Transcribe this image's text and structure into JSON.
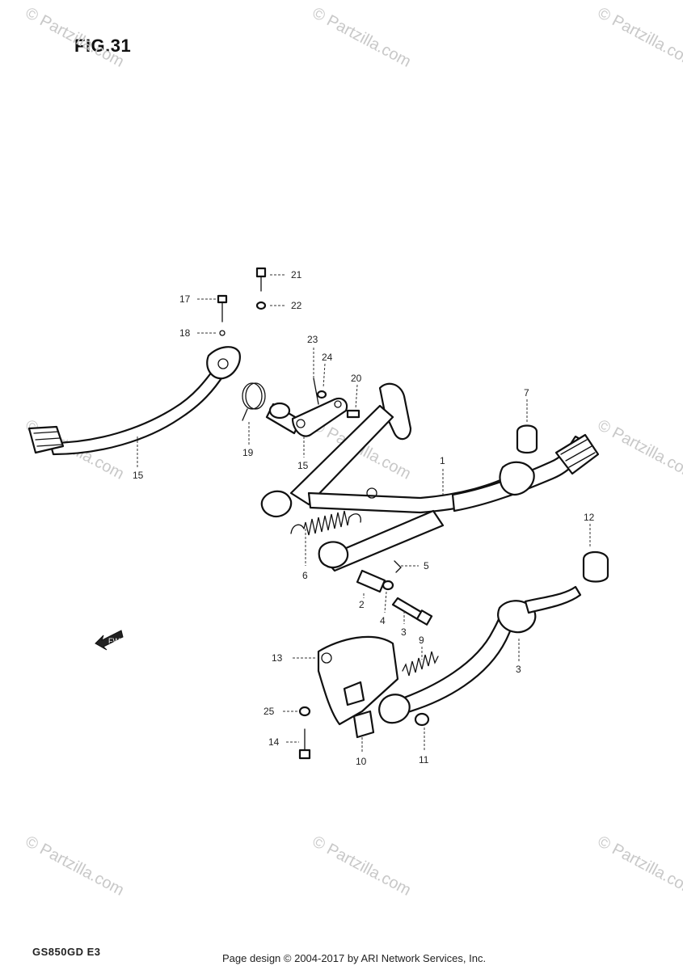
{
  "figure": {
    "title": "FIG.31"
  },
  "model_code": "GS850GD E3",
  "footer": "Page design © 2004-2017 by ARI Network Services, Inc.",
  "watermark": "© Partzilla.com",
  "fwd_marker": "FWD",
  "callouts": [
    {
      "id": "c1",
      "text": "1"
    },
    {
      "id": "c2",
      "text": "2"
    },
    {
      "id": "c3a",
      "text": "3"
    },
    {
      "id": "c3b",
      "text": "3"
    },
    {
      "id": "c4",
      "text": "4"
    },
    {
      "id": "c5",
      "text": "5"
    },
    {
      "id": "c6",
      "text": "6"
    },
    {
      "id": "c7",
      "text": "7"
    },
    {
      "id": "c9",
      "text": "9"
    },
    {
      "id": "c10",
      "text": "10"
    },
    {
      "id": "c11",
      "text": "11"
    },
    {
      "id": "c12",
      "text": "12"
    },
    {
      "id": "c13",
      "text": "13"
    },
    {
      "id": "c14",
      "text": "14"
    },
    {
      "id": "c15a",
      "text": "15"
    },
    {
      "id": "c15b",
      "text": "15"
    },
    {
      "id": "c17",
      "text": "17"
    },
    {
      "id": "c18",
      "text": "18"
    },
    {
      "id": "c19",
      "text": "19"
    },
    {
      "id": "c20",
      "text": "20"
    },
    {
      "id": "c21",
      "text": "21"
    },
    {
      "id": "c22",
      "text": "22"
    },
    {
      "id": "c23",
      "text": "23"
    },
    {
      "id": "c24",
      "text": "24"
    },
    {
      "id": "c25",
      "text": "25"
    }
  ]
}
